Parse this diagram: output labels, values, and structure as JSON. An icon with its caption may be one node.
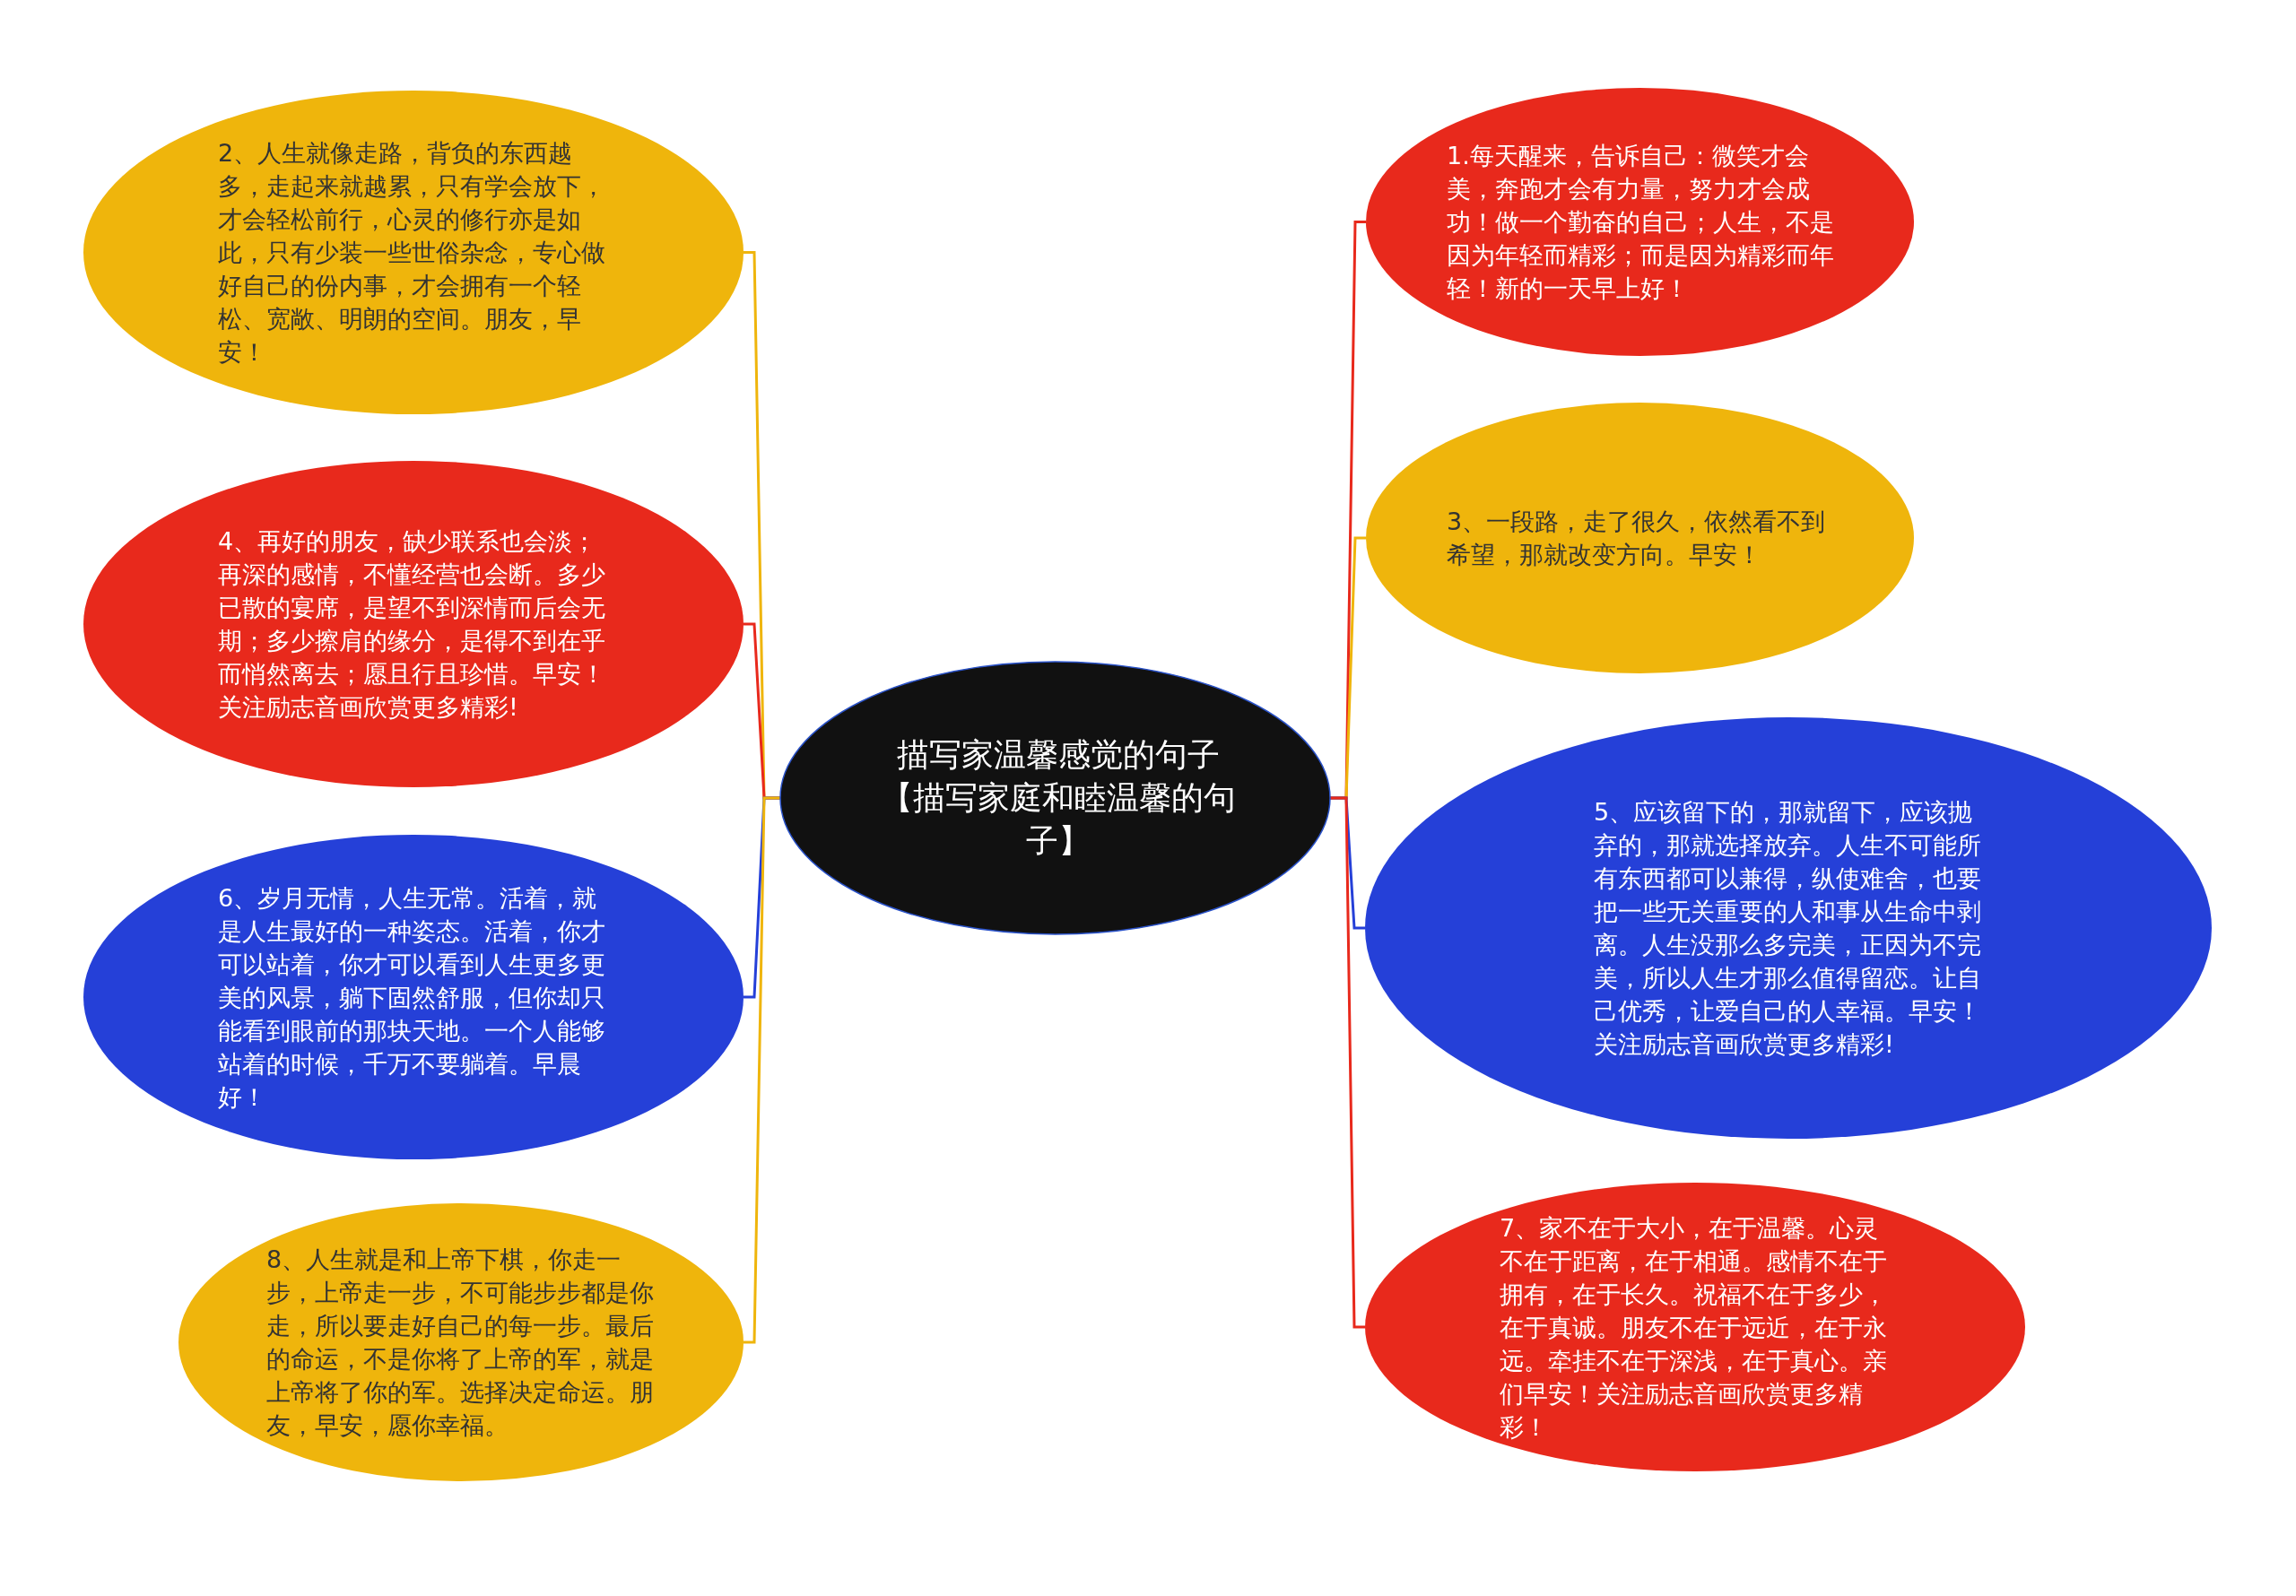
{
  "diagram": {
    "nodes": [
      {
        "text": [
          "描写家温馨感觉的句子【描写家庭和睦温馨的句子】"
        ]
      },
      {
        "text": [
          "1.每天醒来，告诉自己：微笑才会美，奔跑才会有力量，努力才会成功！做一个勤奋的自己；人生，不是因为年轻而精彩；而是因为精彩而年轻！新的一天早上好！"
        ]
      },
      {
        "text": [
          "2、人生就像走路，背负的东西越多，走起来就越累，只有学会放下，才会轻松前行，心灵的修行亦是如此，只有少装一些世俗杂念，专心做好自己的份内事，才会拥有一个轻松、宽敞、明朗的空间。朋友，早安！"
        ]
      },
      {
        "text": [
          "3、一段路，走了很久，依然看不到希望，那就改变方向。早安！"
        ]
      },
      {
        "text": [
          "4、再好的朋友，缺少联系也会淡；再深的感情，不懂经营也会断。多少已散的宴席，是望不到深情而后会无期；多少擦肩的缘分，是得不到在乎而悄然离去；愿且行且珍惜。早安！关注励志音画欣赏更多精彩!"
        ]
      },
      {
        "text": [
          "5、应该留下的，那就留下，应该抛弃的，那就选择放弃。人生不可能所有东西都可以兼得，纵使难舍，也要把一些无关重要的人和事从生命中剥离。人生没那么多完美，正因为不完美，所以人生才那么值得留恋。让自己优秀，让爱自己的人幸福。早安！关注励志音画欣赏更多精彩!"
        ]
      },
      {
        "text": [
          "6、岁月无情，人生无常。活着，就是人生最好的一种姿态。活着，你才可以站着，你才可以看到人生更多更美的风景，躺下固然舒服，但你却只能看到眼前的那块天地。一个人能够站着的时候，千万不要躺着。早晨好！"
        ]
      },
      {
        "text": [
          "7、家不在于大小，在于温馨。心灵不在于距离，在于相通。感情不在于拥有，在于长久。祝福不在于多少，在于真诚。朋友不在于远近，在于永远。牵挂不在于深浅，在于真心。亲们早安！关注励志音画欣赏更多精彩！"
        ]
      },
      {
        "text": [
          "8、人生就是和上帝下棋，你走一步，上帝走一步，不可能步步都是你走，所以要走好自己的每一步。最后的命运，不是你将了上帝的军，就是上帝将了你的军。选择决定命运。朋友，早安，愿你幸福。"
        ]
      }
    ],
    "edges": [
      {
        "from": 0,
        "to": 1,
        "arrow": "none",
        "color": "#e8291c"
      },
      {
        "from": 0,
        "to": 2,
        "arrow": "none",
        "color": "#efb50c"
      },
      {
        "from": 0,
        "to": 3,
        "arrow": "none",
        "color": "#efb50c"
      },
      {
        "from": 0,
        "to": 4,
        "arrow": "none",
        "color": "#e8291c"
      },
      {
        "from": 0,
        "to": 5,
        "arrow": "none",
        "color": "#2540d8"
      },
      {
        "from": 0,
        "to": 6,
        "arrow": "none",
        "color": "#2540d8"
      },
      {
        "from": 0,
        "to": 7,
        "arrow": "none",
        "color": "#e8291c"
      },
      {
        "from": 0,
        "to": 8,
        "arrow": "none",
        "color": "#efb50c"
      }
    ]
  }
}
